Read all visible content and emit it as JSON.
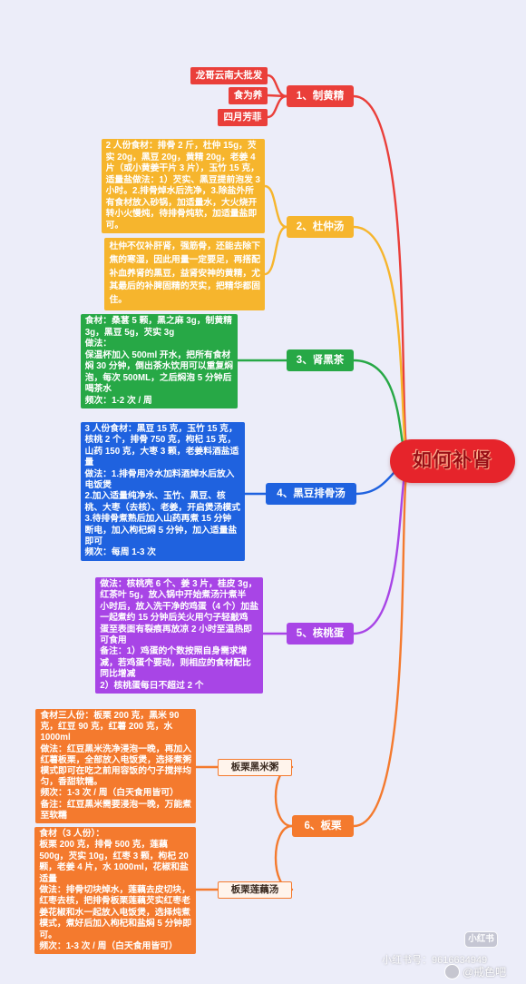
{
  "center": {
    "label": "如何补肾",
    "color": "#e6242b"
  },
  "branches": [
    {
      "label": "1、制黄精",
      "color": "#ea3f3a",
      "subtopics": [
        "龙哥云南大批发",
        "食为养",
        "四月芳菲"
      ]
    },
    {
      "label": "2、杜仲汤",
      "color": "#f6b52d",
      "notes": [
        "2 人份食材：排骨 2 斤，杜仲 15g，芡\n实 20g，黑豆 20g，黄精 20g，老姜 4\n片（或小黄姜干片 3 片），玉竹 15 克，\n适量盐做法：1）芡实、黑豆提前泡发 3\n小时。2.排骨焯水后洗净，3.除盐外所\n有食材放入砂锅，加适量水，大火烧开\n转小火慢炖，待排骨炖软，加适量盐即\n可。",
        "杜仲不仅补肝肾，强筋骨，还能去除下\n焦的寒湿，因此用量一定要足，再搭配\n补血养肾的黑豆，益肾安神的黄精，尤\n其最后的补脾固精的芡实，把精华都固\n住。"
      ]
    },
    {
      "label": "3、肾黑茶",
      "color": "#27a846",
      "notes": [
        "食材：桑葚 5 颗，黑之麻 3g，制黄精\n3g，黑豆 5g，芡实 3g\n做法：\n保温杯加入 500ml 开水，把所有食材\n焖 30 分钟，倒出茶水饮用可以重复焖\n泡，每次 500ML，之后焖泡 5 分钟后\n喝茶水\n频次：1-2 次 / 周"
      ]
    },
    {
      "label": "4、黑豆排骨汤",
      "color": "#1f62df",
      "notes": [
        "3 人份食材：黑豆 15 克，玉竹 15 克，\n核桃 2 个，排骨 750 克，枸杞 15 克，\n山药 150 克，大枣 3 颗，老姜料酒盐适\n量\n做法：1.排骨用冷水加料酒焯水后放入\n电饭煲\n2.加入适量纯净水、玉竹、黑豆、核\n桃、大枣（去核）、老姜，开启煲汤模式\n3.待排骨煮熟后加入山药再煮 15 分钟\n断电，加入枸杞焖 5 分钟，加入适量盐\n即可\n频次：每周 1-3 次"
      ]
    },
    {
      "label": "5、核桃蛋",
      "color": "#a845e6",
      "notes": [
        "做法：核桃壳 6 个、姜 3 片，桂皮 3g，\n红茶叶 5g，放入锅中开始煮汤汁煮半\n小时后，放入洗干净的鸡蛋（4 个）加盐\n一起煮约 15 分钟后关火用勺子轻敲鸡\n蛋至表面有裂痕再放凉 2 小时至温热即\n可食用\n备注：1）鸡蛋的个数按照自身需求增\n减，若鸡蛋个要动，则相应的食材配比\n同比增减\n2）核桃蛋每日不超过 2 个"
      ]
    },
    {
      "label": "6、板栗",
      "color": "#f47a2e",
      "subtopics": [
        {
          "label": "板栗黑米粥",
          "note": "食材三人份：板栗 200 克，黑米 90\n克，红豆 90 克，红薯 200 克，水\n1000ml\n做法：红豆黑米洗净浸泡一晚，再加入\n红薯板栗，全部放入电饭煲，选择煮粥\n模式即可在吃之前用容饭的勺子搅拌均\n匀，香甜软糯。\n频次：1-3 次 / 周（白天食用皆可）\n备注：红豆黑米需要浸泡一晚，万能煮\n至软糯"
        },
        {
          "label": "板栗莲藕汤",
          "note": "食材（3 人份）：\n板栗 200 克，排骨 500 克，莲藕\n500g，芡实 10g，红枣 3 颗，枸杞 20\n颗，老姜 4 片，水 1000ml，花椒和盐\n适量\n做法：排骨切块焯水，莲藕去皮切块，\n红枣去核，把排骨板栗莲藕芡实红枣老\n姜花椒和水一起放入电饭煲，选择炖煮\n模式，煮好后加入枸杞和盐焖 5 分钟即\n可。\n频次：1-3 次 / 周（白天食用皆可）"
        }
      ]
    }
  ],
  "watermark": {
    "badge": "小红书",
    "account": "小红书号：9616634949",
    "user": "@戒色吧"
  }
}
